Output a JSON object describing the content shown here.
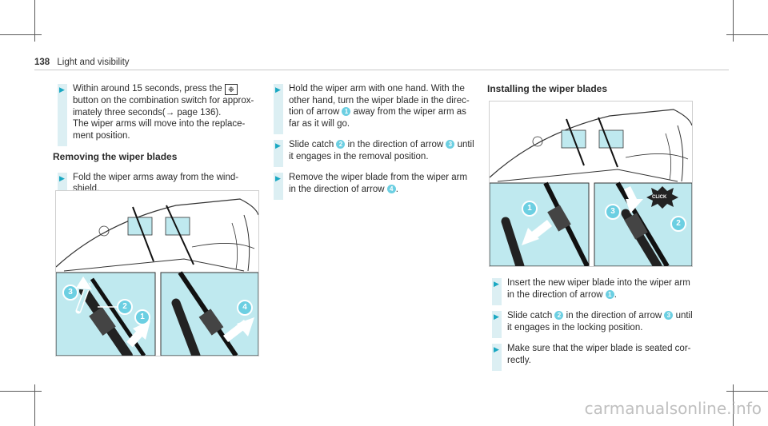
{
  "header": {
    "page_number": "138",
    "section": "Light and visibility"
  },
  "left_column": {
    "step1": {
      "before_symbol": "Within around 15 seconds, press the ",
      "symbol": "wiper-service-button-icon",
      "after_symbol": " button on the combination switch for approx-imately three seconds(→ page 136).",
      "note": "The wiper arms will move into the replace-ment position."
    },
    "removing_heading": "Removing the wiper blades",
    "step2": "Fold the wiper arms away from the wind-shield."
  },
  "middle_column": {
    "step1": {
      "part1": "Hold the wiper arm with one hand. With the other hand, turn the wiper blade in the direc-tion of arrow ",
      "badge": "1",
      "part2": " away from the wiper arm as far as it will go."
    },
    "step2": {
      "part1": "Slide catch ",
      "badge1": "2",
      "part2": " in the direction of arrow ",
      "badge2": "3",
      "part3": " until it engages in the removal position."
    },
    "step3": {
      "part1": "Remove the wiper blade from the wiper arm in the direction of arrow ",
      "badge": "4",
      "part2": "."
    }
  },
  "right_column": {
    "installing_heading": "Installing the wiper blades",
    "step1": {
      "part1": "Insert the new wiper blade into the wiper arm in the direction of arrow ",
      "badge": "1",
      "part2": "."
    },
    "step2": {
      "part1": "Slide catch ",
      "badge1": "2",
      "part2": " in the direction of arrow ",
      "badge2": "3",
      "part3": " until it engages in the locking position."
    },
    "step3": "Make sure that the wiper blade is seated cor-rectly."
  },
  "figure_removing": {
    "labels": [
      "3",
      "2",
      "1",
      "4"
    ]
  },
  "figure_installing": {
    "labels": [
      "1",
      "3",
      "2"
    ],
    "click_text": "CLICK"
  },
  "colors": {
    "accent": "#1aa8c2",
    "badge": "#6ccfe2",
    "panel": "#bfe9ef"
  },
  "watermark": "carmanualsonline.info"
}
